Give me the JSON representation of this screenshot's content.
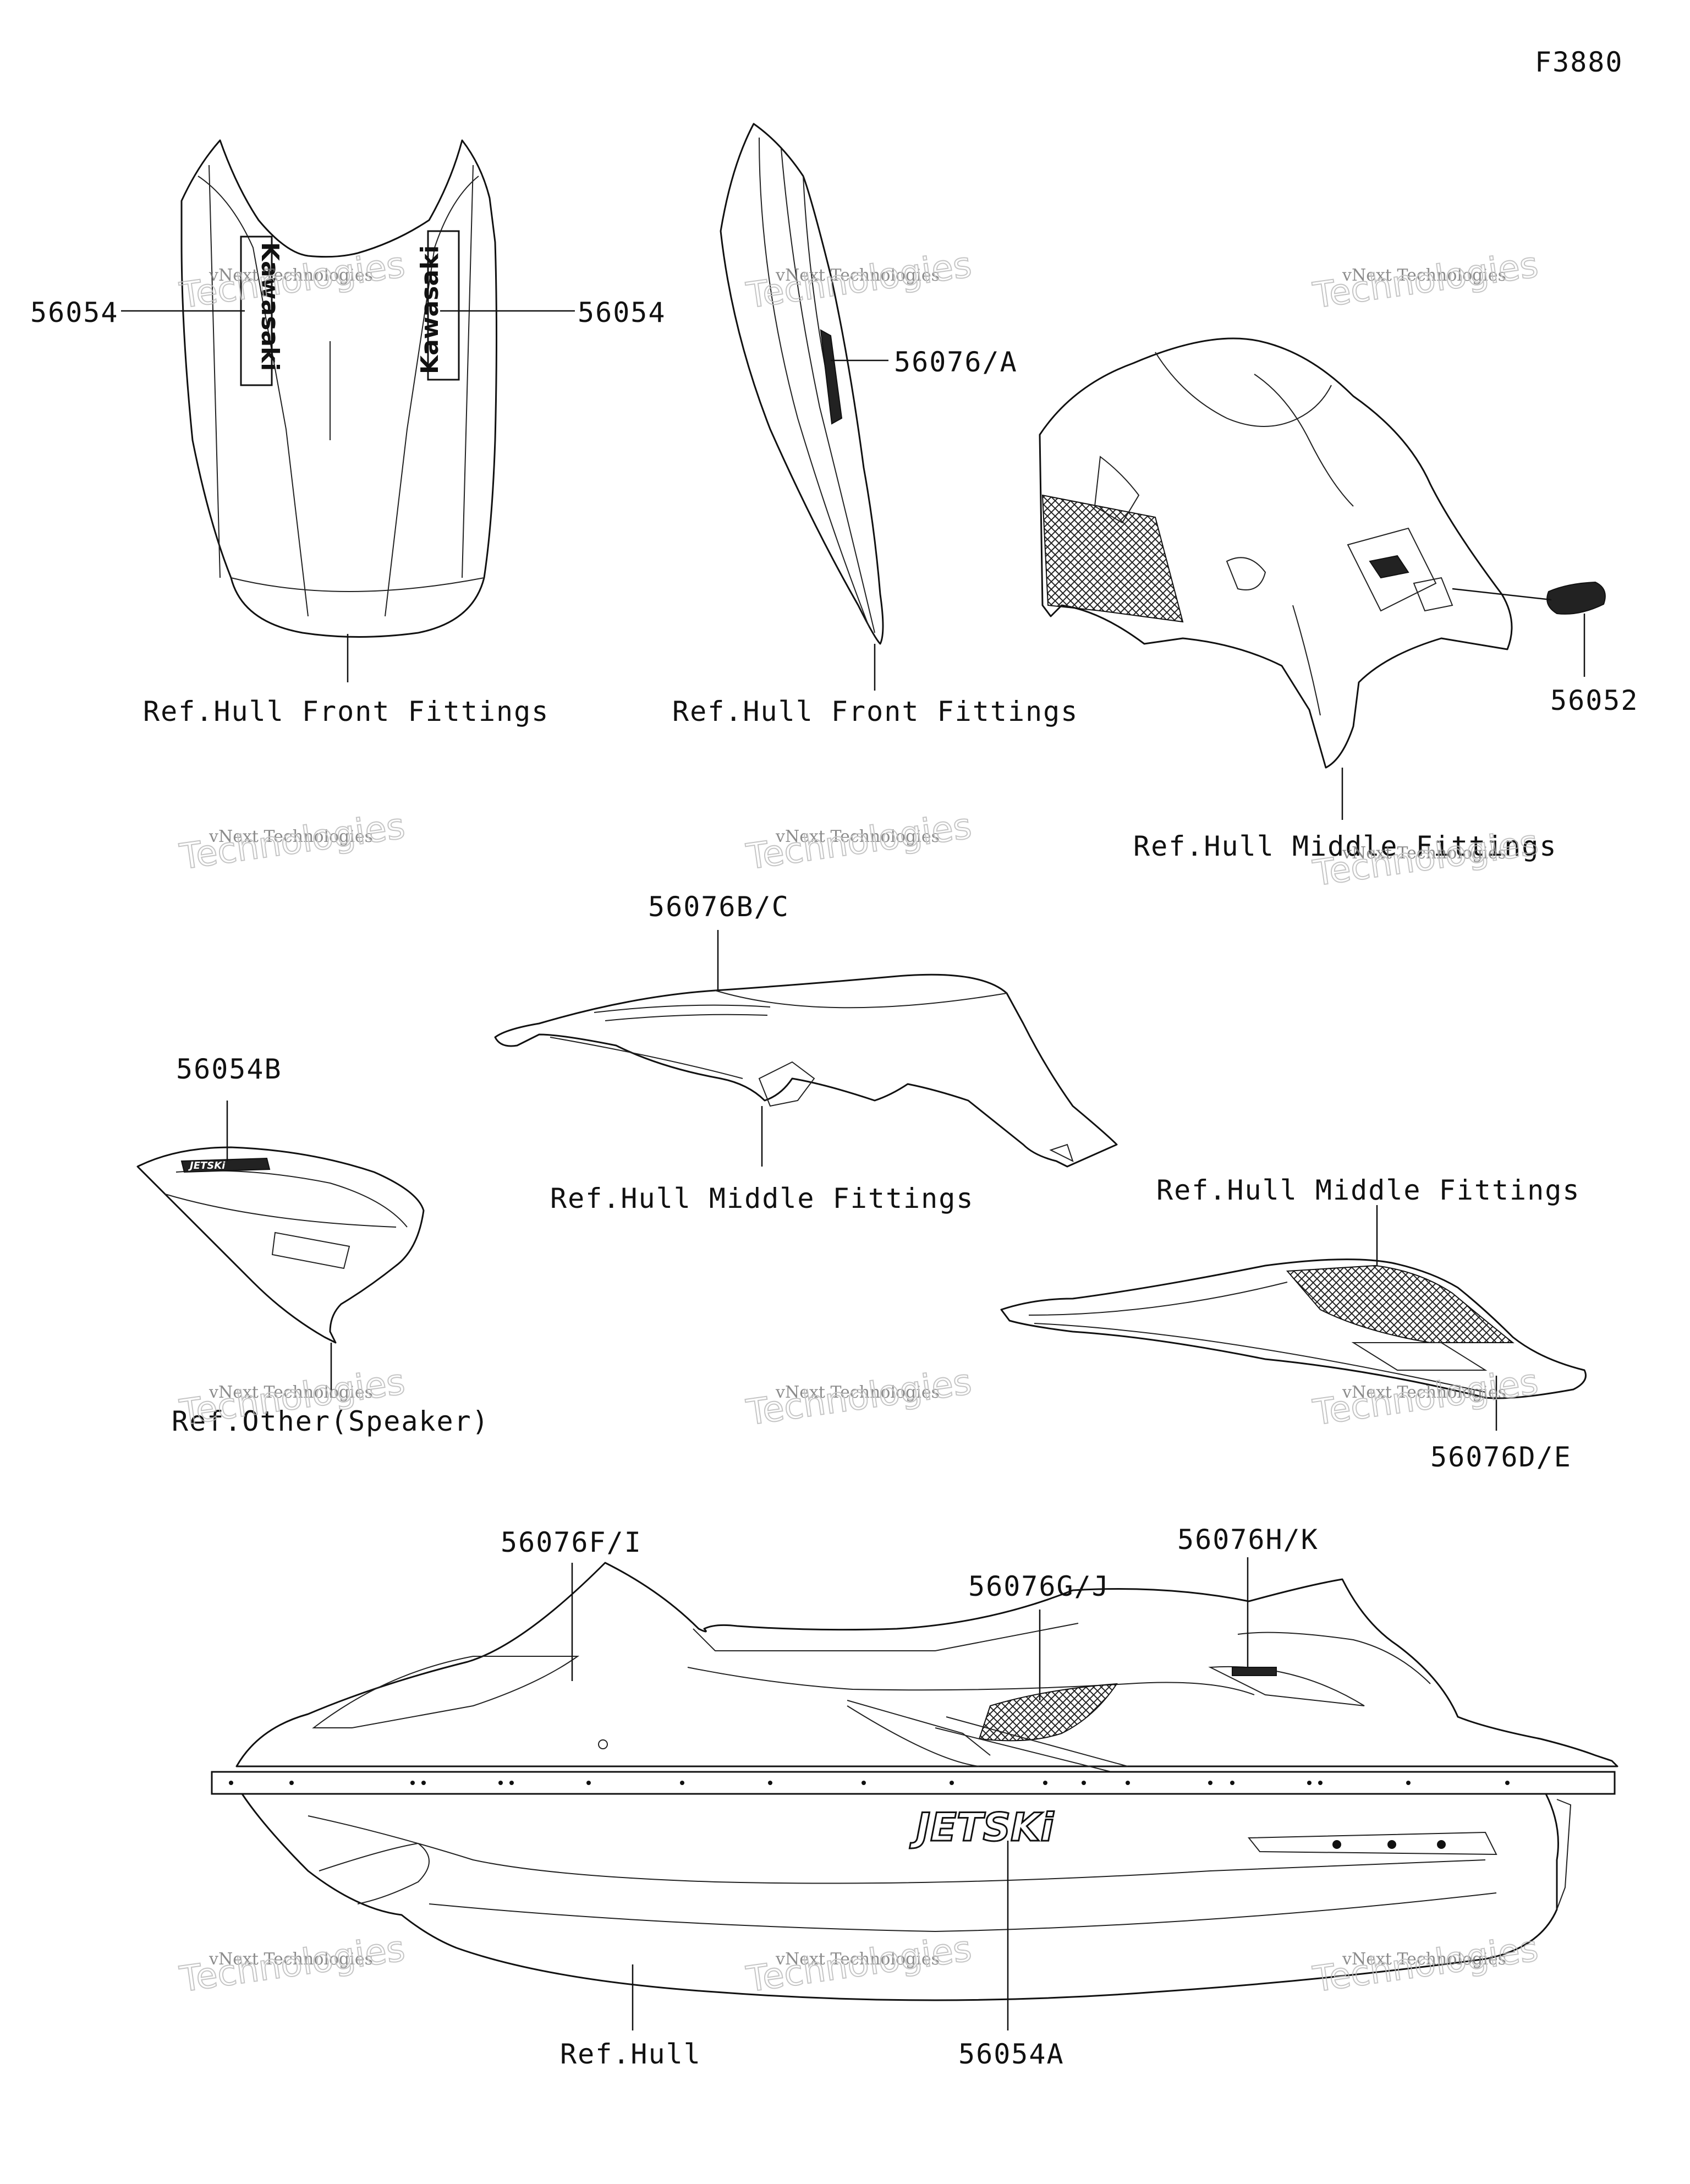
{
  "figure_code": "F3880",
  "decal_text": {
    "kawasaki": "Kawasaki",
    "jetski_logo": "JETSKi",
    "small_badge": "JETSKi"
  },
  "callouts": {
    "front_left": "56054",
    "front_right": "56054",
    "side_front": "56076/A",
    "rear_badge": "56052",
    "middle_top": "56076B/C",
    "speaker_badge": "56054B",
    "side_rail": "56076D/E",
    "hull_bow": "56076F/I",
    "hull_mid": "56076G/J",
    "hull_stern": "56076H/K",
    "hull_logo": "56054A"
  },
  "references": {
    "front_a": "Ref.Hull Front Fittings",
    "front_b": "Ref.Hull Front Fittings",
    "middle_a": "Ref.Hull Middle Fittings",
    "middle_b": "Ref.Hull Middle Fittings",
    "middle_c": "Ref.Hull Middle Fittings",
    "speaker": "Ref.Other(Speaker)",
    "hull": "Ref.Hull"
  },
  "watermark": {
    "line1": "vNext Technologies",
    "line2": "Technologies",
    "line3": "vNext"
  }
}
